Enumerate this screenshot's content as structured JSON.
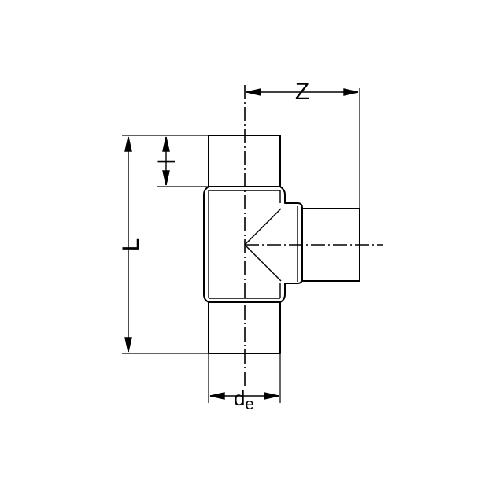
{
  "dimensions": {
    "z_label": "Z",
    "l_label": "L",
    "l_small_label": "l",
    "de_label_main": "d",
    "de_label_sub": "e"
  },
  "colors": {
    "line": "#000000",
    "background": "#ffffff"
  }
}
